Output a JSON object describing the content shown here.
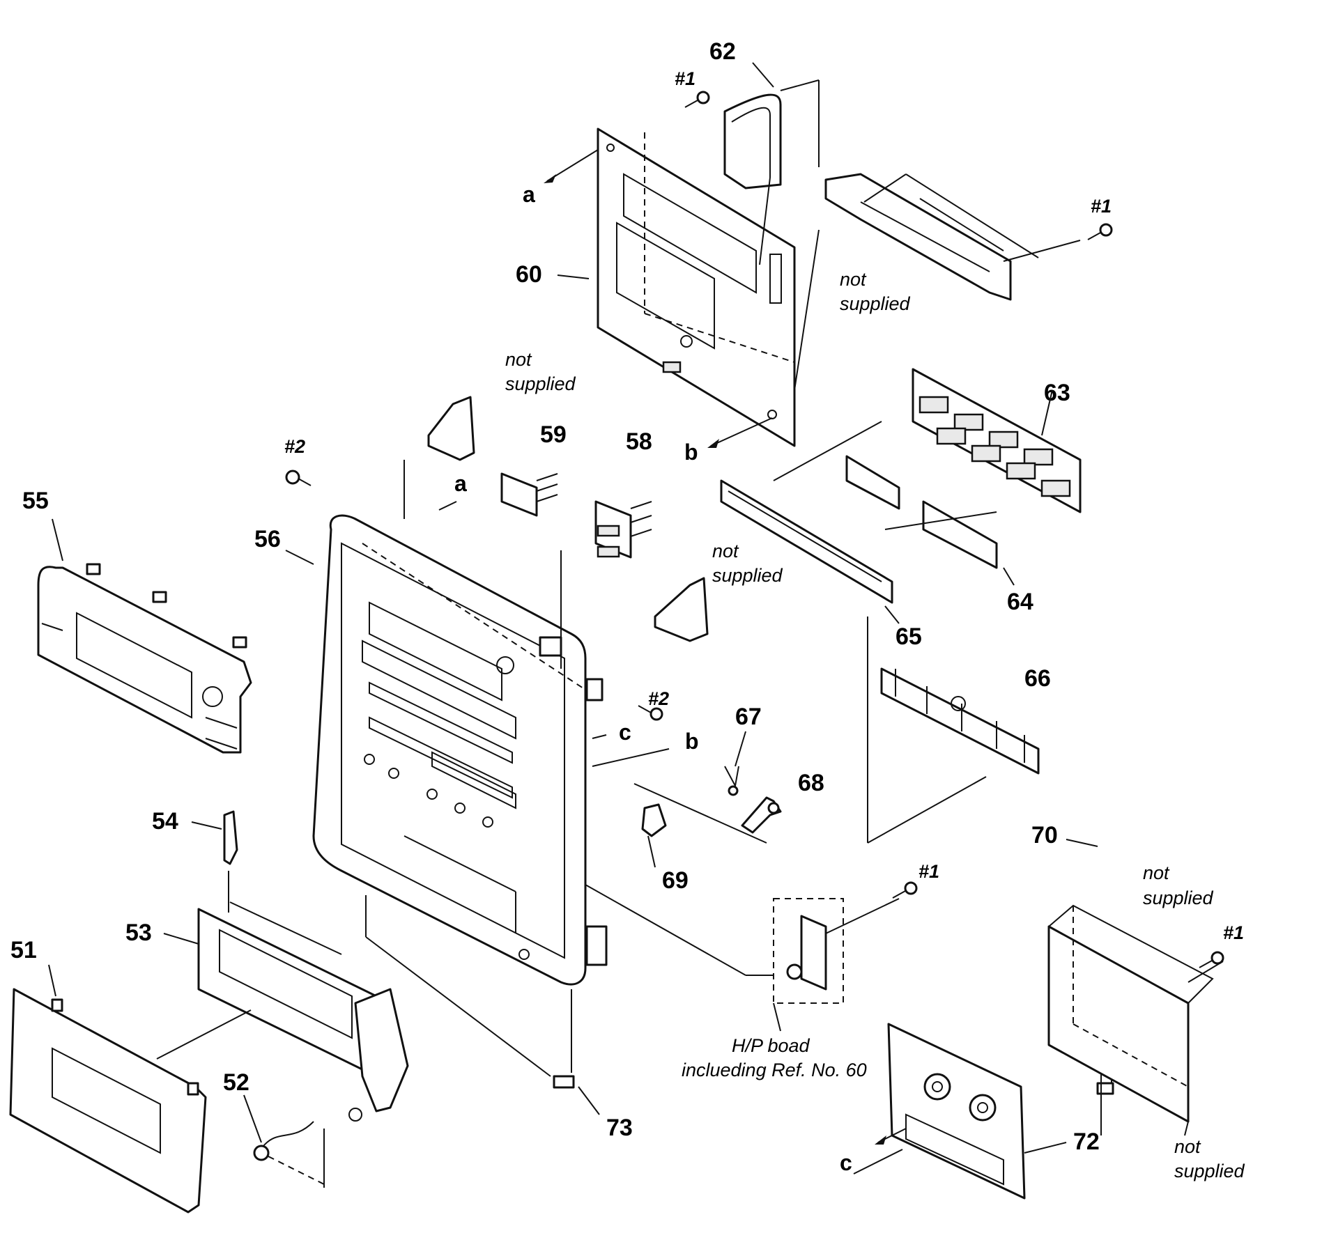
{
  "diagram": {
    "part_numbers": [
      "51",
      "52",
      "53",
      "54",
      "55",
      "56",
      "58",
      "59",
      "60",
      "62",
      "63",
      "64",
      "65",
      "66",
      "67",
      "68",
      "69",
      "70",
      "72",
      "73"
    ],
    "screw_labels": [
      "#1",
      "#1",
      "#1",
      "#1",
      "#1",
      "#2",
      "#2"
    ],
    "connection_letters": [
      "a",
      "a",
      "b",
      "b",
      "c",
      "c"
    ],
    "notes": {
      "not_supplied_line1": "not",
      "not_supplied_line2": "supplied",
      "hp_board_line1": "H/P boad",
      "hp_board_line2": "inclueding Ref. No. 60"
    }
  }
}
